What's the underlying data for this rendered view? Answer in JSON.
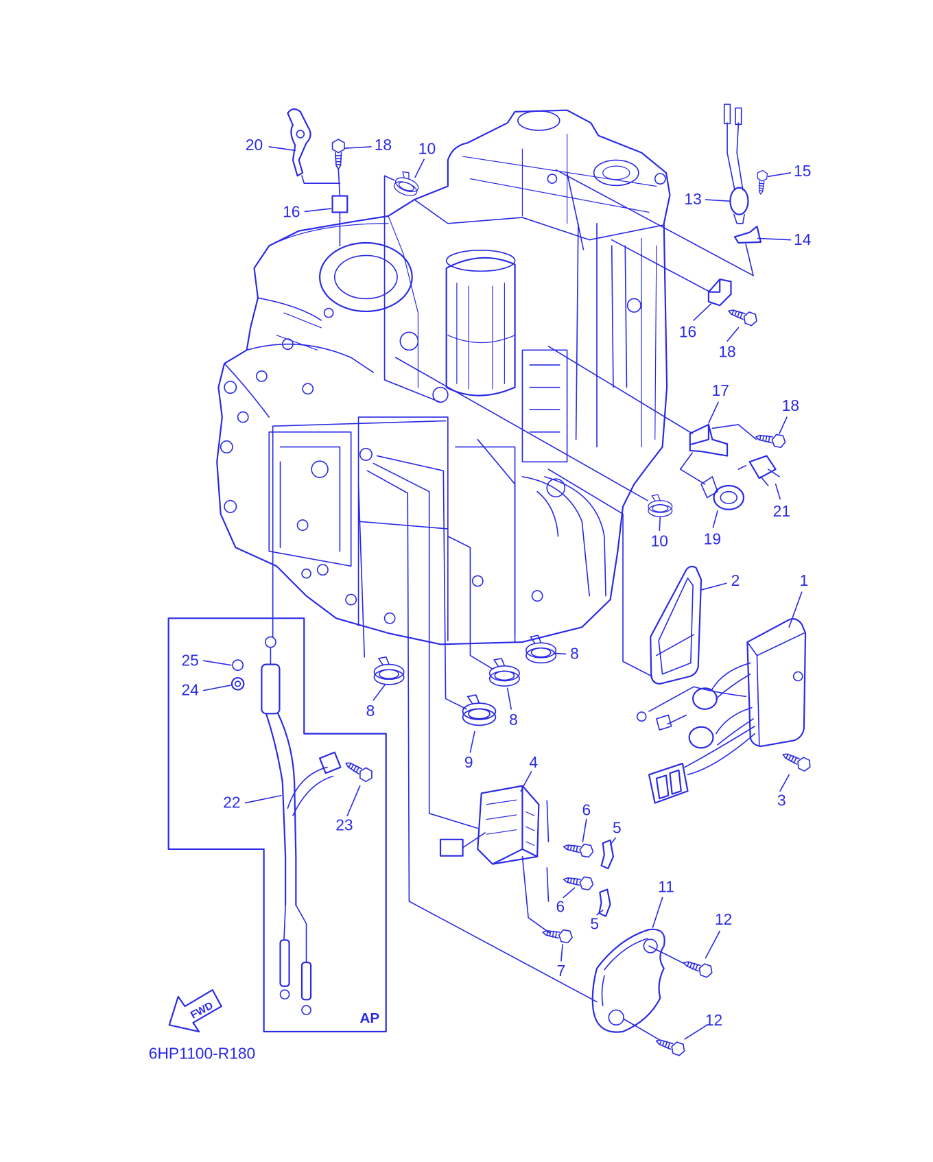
{
  "diagram_code": "6HP1100-R180",
  "box_label": "AP",
  "direction_arrow": "FWD",
  "callouts": [
    "20",
    "18",
    "10",
    "16",
    "13",
    "15",
    "14",
    "16",
    "18",
    "17",
    "18",
    "21",
    "10",
    "19",
    "2",
    "1",
    "8",
    "8",
    "8",
    "9",
    "25",
    "24",
    "22",
    "23",
    "4",
    "3",
    "6",
    "5",
    "6",
    "5",
    "7",
    "11",
    "12",
    "12"
  ],
  "colors": {
    "ink": "#2a2ae6",
    "background": "#ffffff"
  }
}
